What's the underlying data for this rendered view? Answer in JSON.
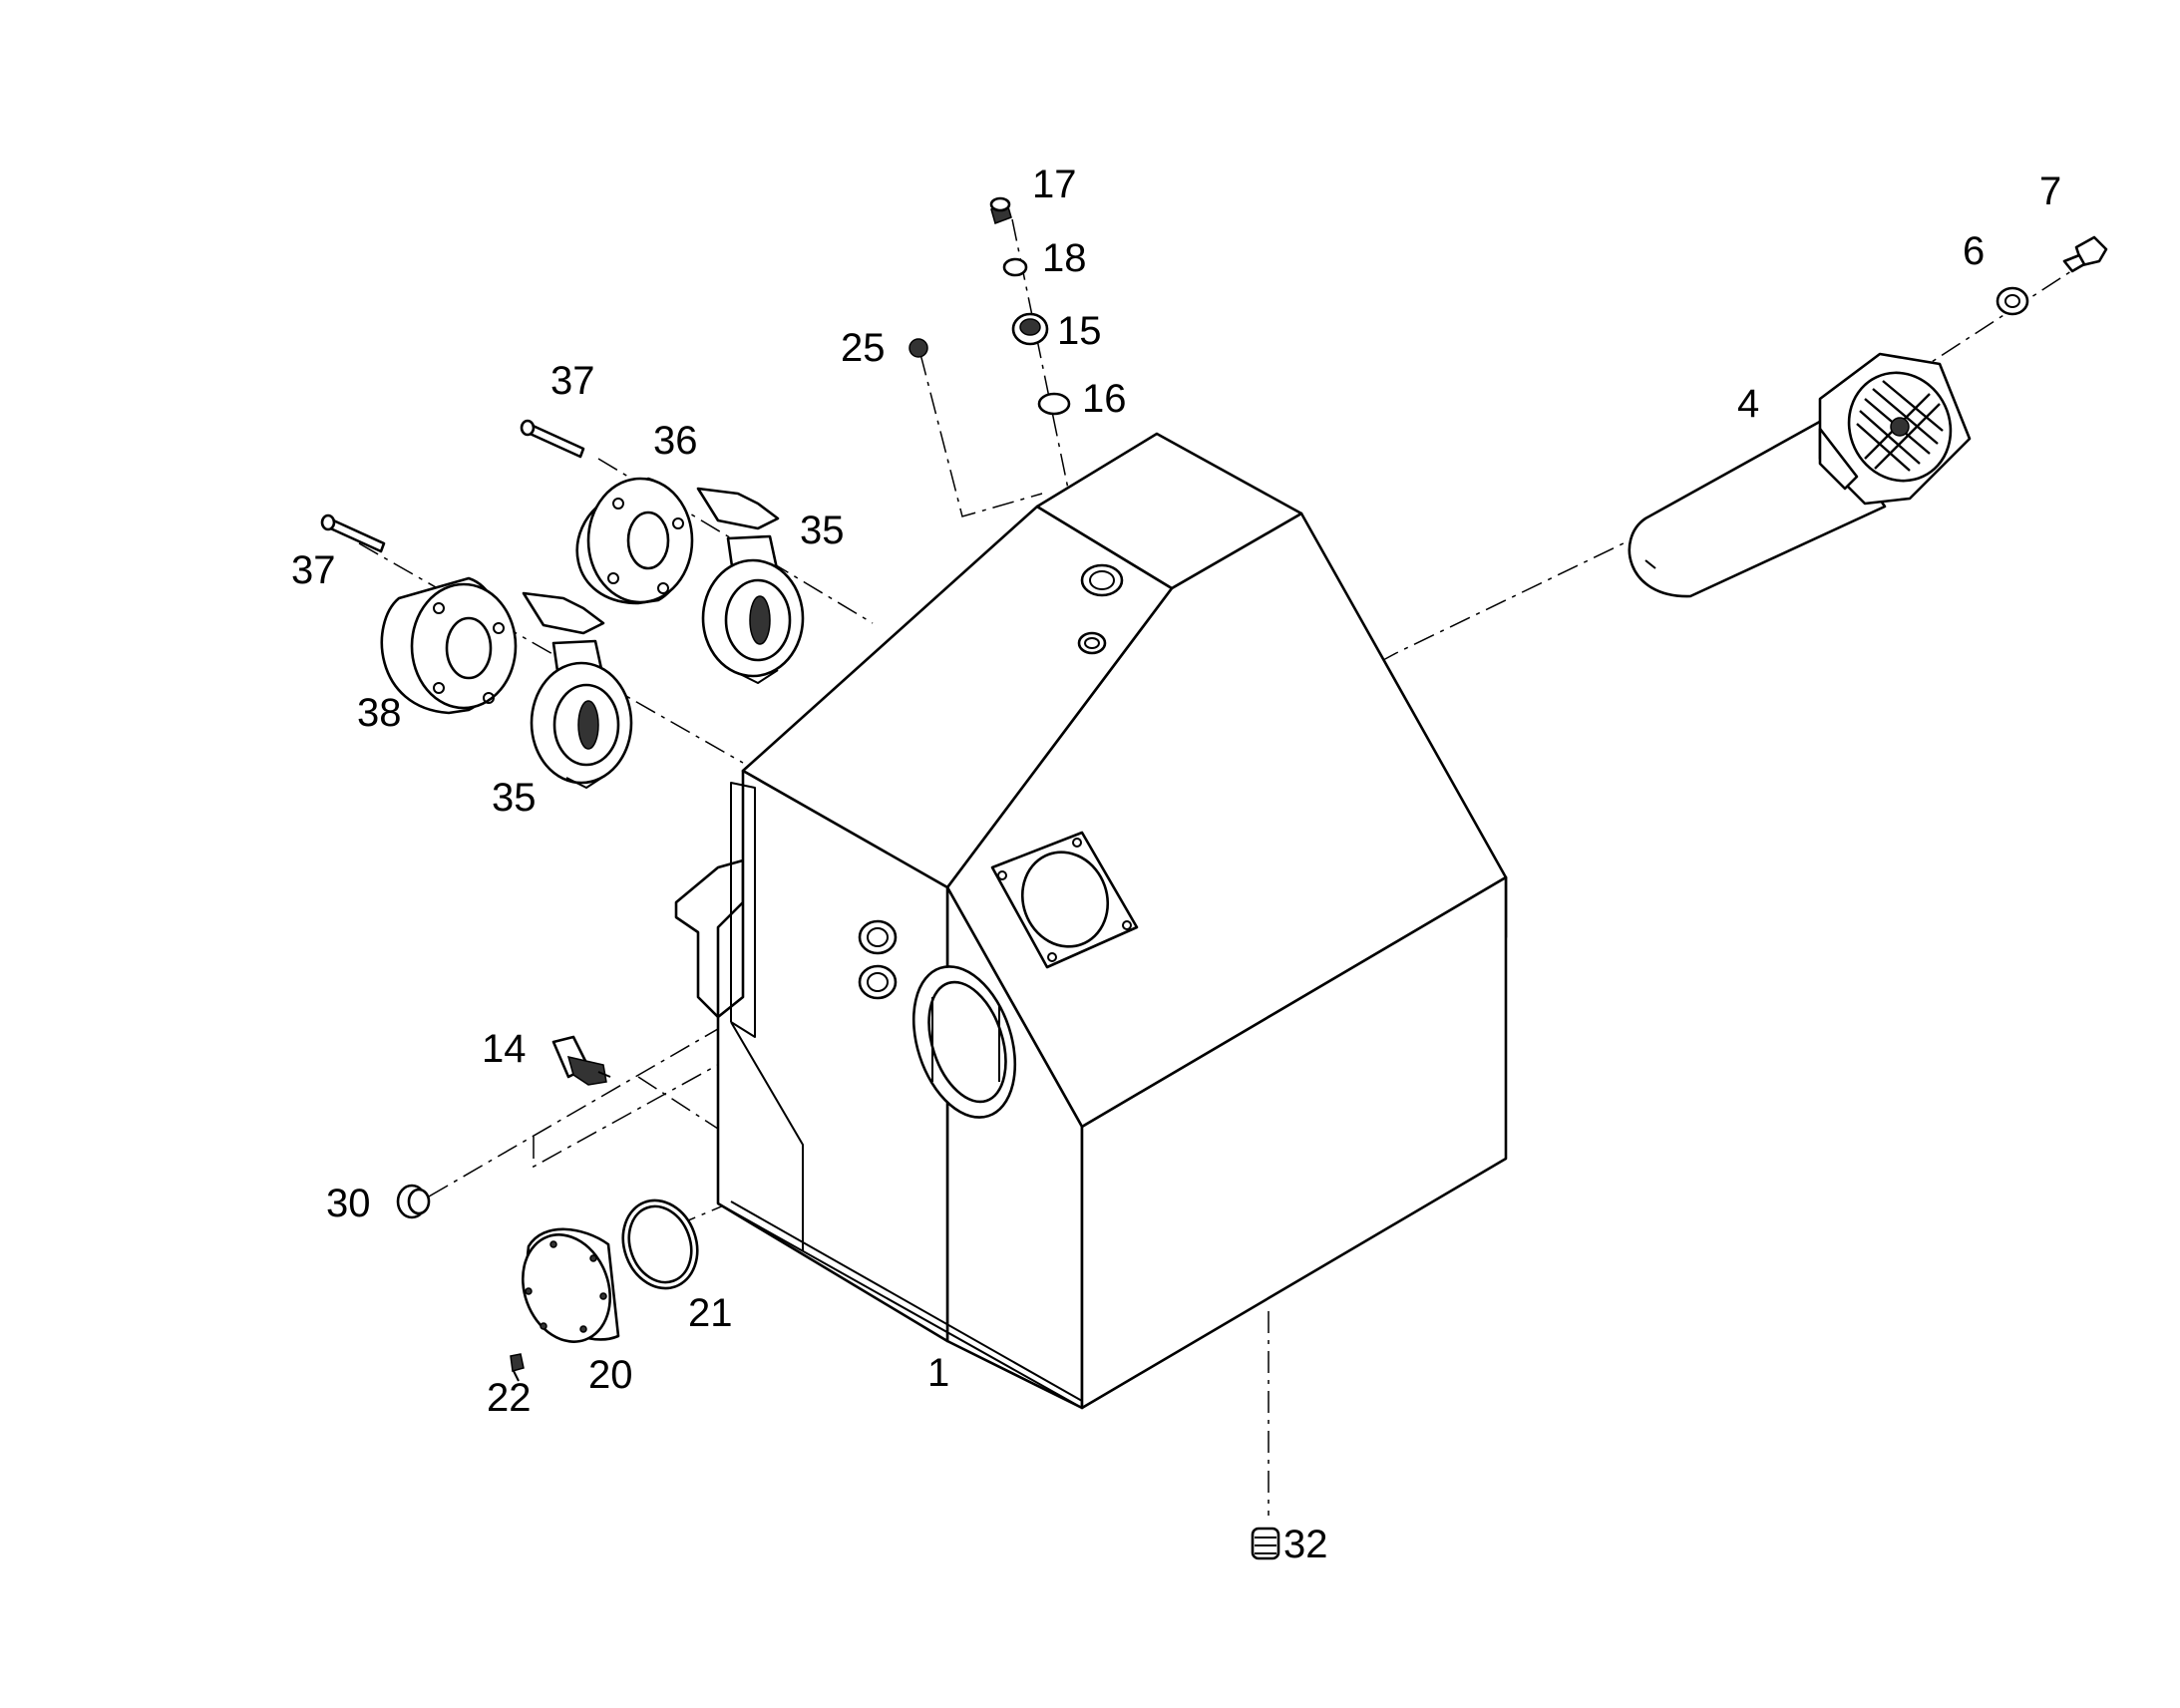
{
  "figure": {
    "background": "#ffffff",
    "line_color": "#000000"
  },
  "callouts": {
    "c1": "1",
    "c4": "4",
    "c6": "6",
    "c7": "7",
    "c14": "14",
    "c15": "15",
    "c16": "16",
    "c17": "17",
    "c18": "18",
    "c20": "20",
    "c21": "21",
    "c22": "22",
    "c25": "25",
    "c30": "30",
    "c32": "32",
    "c35a": "35",
    "c35b": "35",
    "c36": "36",
    "c37a": "37",
    "c37b": "37",
    "c38": "38"
  }
}
